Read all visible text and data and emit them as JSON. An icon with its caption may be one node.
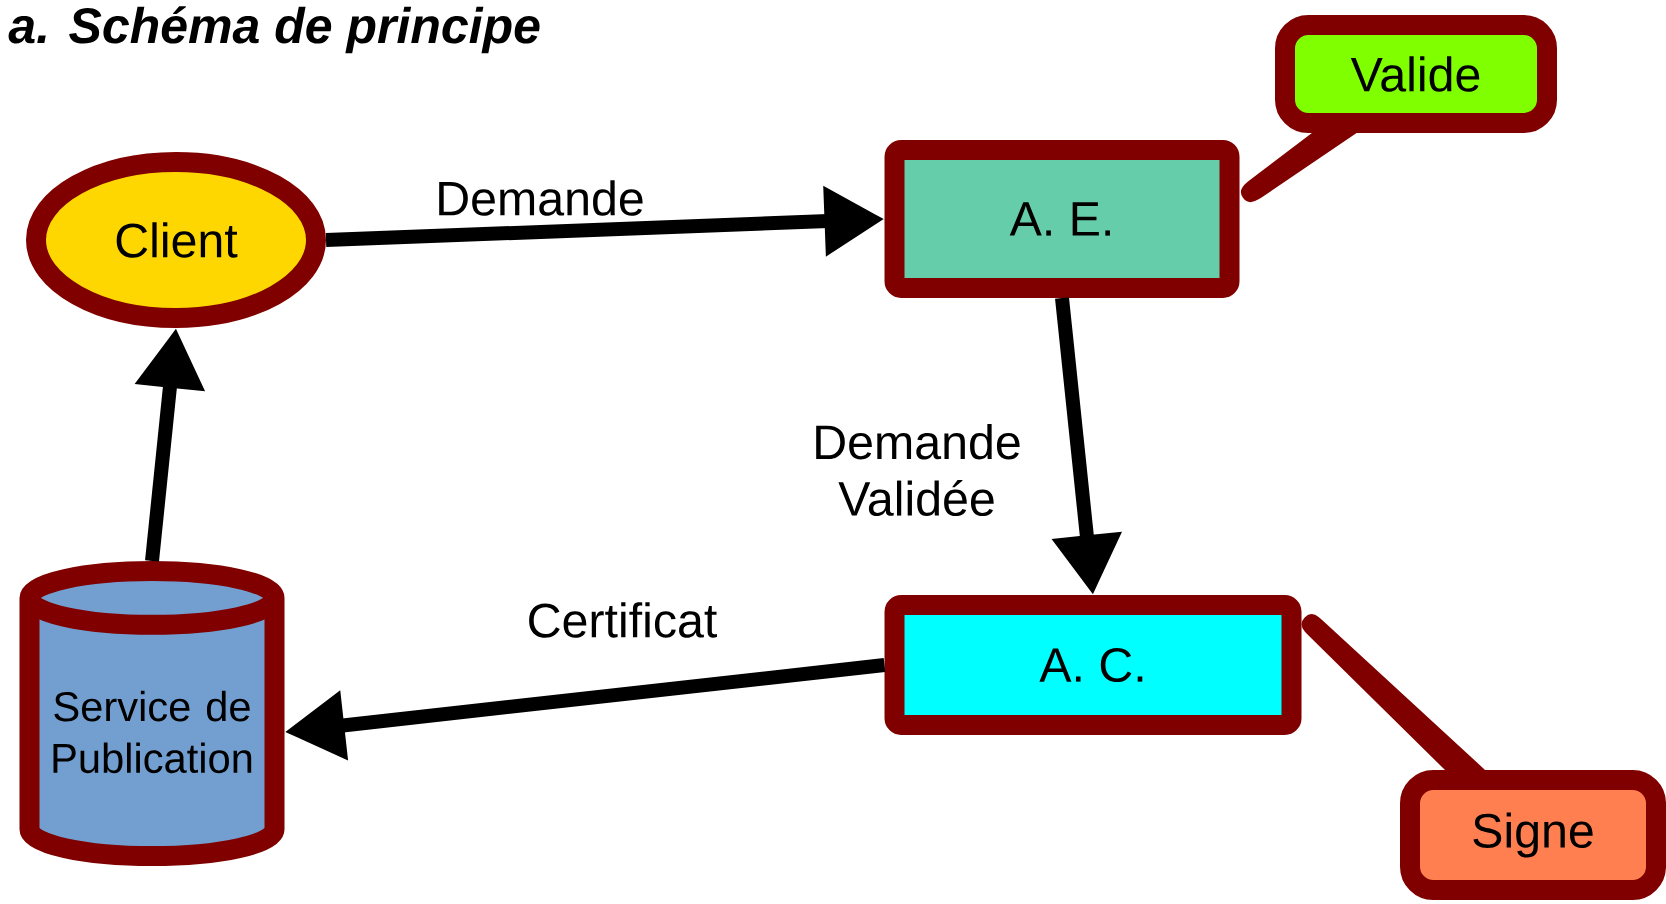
{
  "diagram": {
    "title": "a. Schéma de principe",
    "nodes": [
      {
        "text": [
          "Valide"
        ]
      },
      {
        "text": [
          "Client"
        ]
      },
      {
        "text": [
          "A. E."
        ]
      },
      {
        "text": [
          "Service de Publication"
        ]
      },
      {
        "text": [
          "A. C."
        ]
      },
      {
        "text": [
          "Signe"
        ]
      }
    ],
    "edges": [
      {
        "from": 1,
        "to": 2,
        "arrow": "to",
        "label": "Demande"
      },
      {
        "from": 2,
        "to": 4,
        "arrow": "to",
        "label": "Demande Validée"
      },
      {
        "from": 4,
        "to": 3,
        "arrow": "to",
        "label": "Certificat"
      },
      {
        "from": 3,
        "to": 1,
        "arrow": "to"
      }
    ]
  }
}
